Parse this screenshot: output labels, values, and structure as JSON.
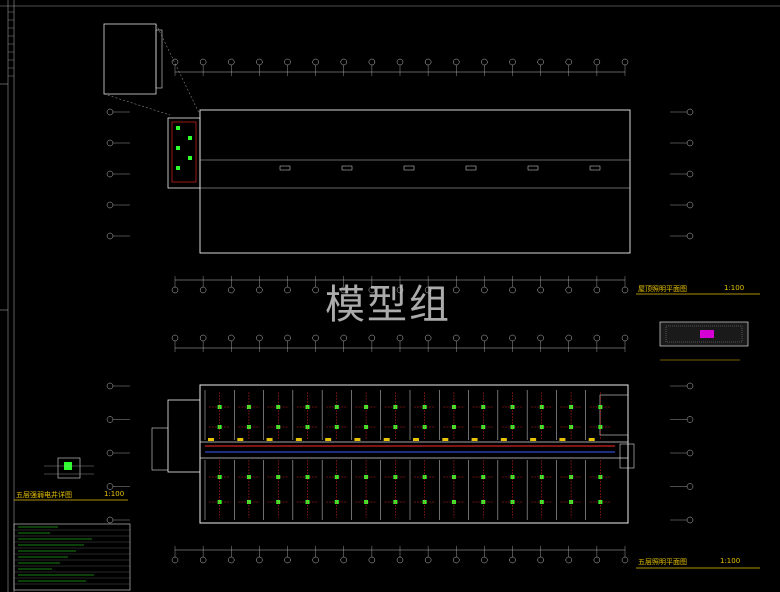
{
  "watermark": "模型组",
  "views": [
    {
      "key": "roof",
      "title": "屋顶照明平面图",
      "scale": "1:100"
    },
    {
      "key": "fifth",
      "title": "五层照明平面图",
      "scale": "1:100"
    },
    {
      "key": "box",
      "title": "五层强弱电井详图",
      "scale": "1:100"
    }
  ],
  "colors": {
    "background": "#000000",
    "wall": "#ffffff",
    "grid": "#bfbfbf",
    "circuit": "#ff2a2a",
    "device": "#2cff2c",
    "text": "#e6c200",
    "trunk": "#3a5cff"
  }
}
